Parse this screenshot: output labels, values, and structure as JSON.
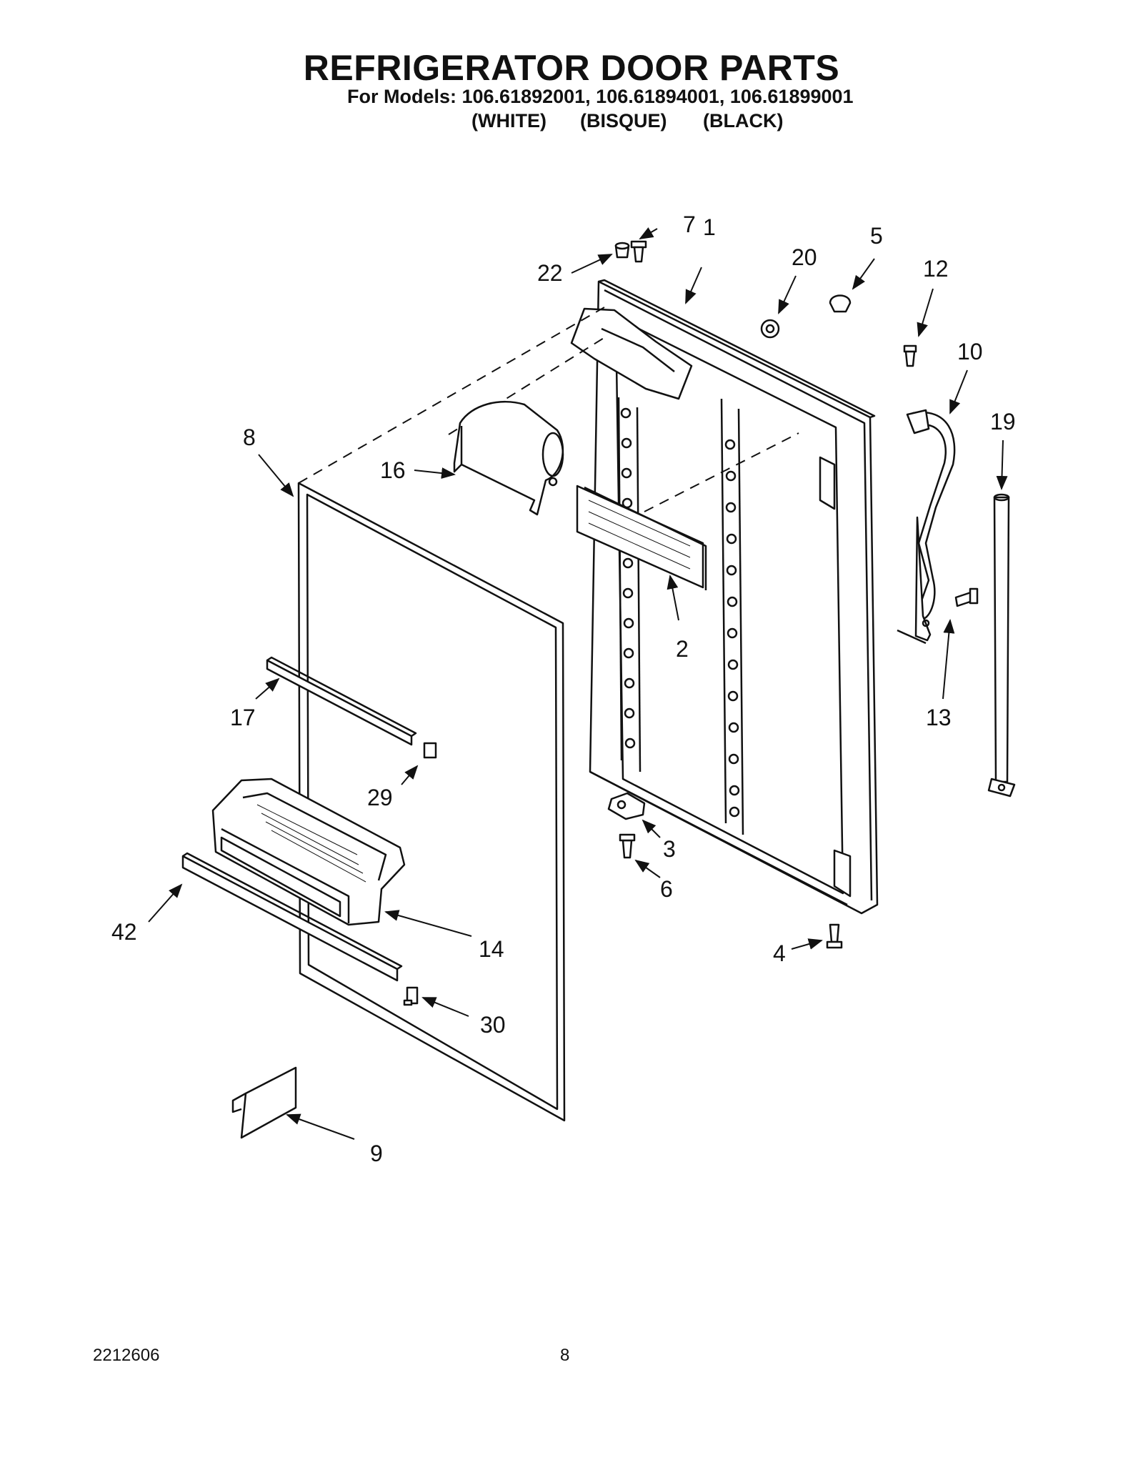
{
  "header": {
    "title": "REFRIGERATOR DOOR PARTS",
    "models": "For Models: 106.61892001, 106.61894001, 106.61899001",
    "variants": [
      "(WHITE)",
      "(BISQUE)",
      "(BLACK)"
    ]
  },
  "callouts": [
    "7",
    "1",
    "22",
    "20",
    "5",
    "12",
    "10",
    "19",
    "8",
    "16",
    "2",
    "13",
    "17",
    "29",
    "3",
    "6",
    "42",
    "14",
    "4",
    "30",
    "9"
  ],
  "footer": {
    "doc_number": "2212606",
    "page_number": "8"
  },
  "colors": {
    "ink": "#111111",
    "background": "#ffffff"
  }
}
